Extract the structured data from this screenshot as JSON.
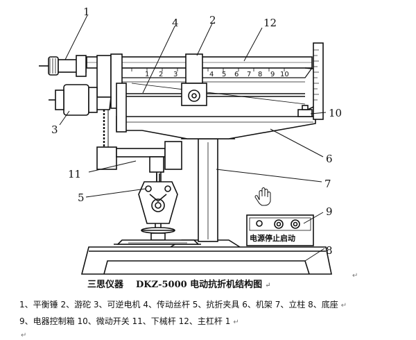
{
  "diagram": {
    "title_cn": "三思仪器",
    "title_model": "DKZ-5000 电动抗折机结构图",
    "callouts": [
      "1",
      "2",
      "3",
      "4",
      "5",
      "6",
      "7",
      "8",
      "9",
      "10",
      "11",
      "12"
    ],
    "scale_numbers": [
      "1",
      "2",
      "3",
      "4",
      "5",
      "6",
      "7",
      "8",
      "9",
      "10"
    ],
    "panel_label": "电源停止启动",
    "legend_line1": "1、平衡锤  2、游砣  3、可逆电机  4、传动丝杆    5、抗折夹具  6、机架  7、立柱  8、底座",
    "legend_line2": "9、电器控制箱  10、微动开关  11、下械杆  12、主杠杆  1",
    "return_mark": "↵"
  }
}
